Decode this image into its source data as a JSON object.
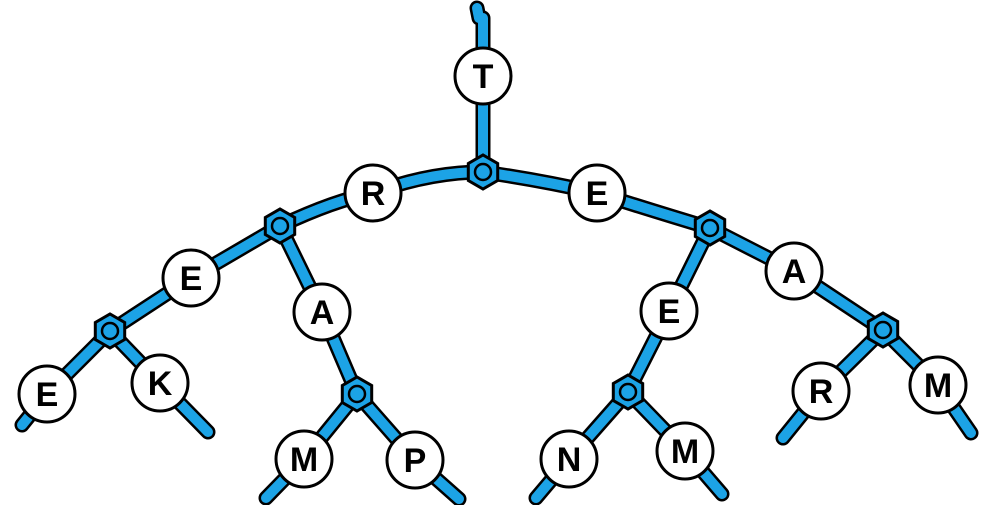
{
  "colors": {
    "branch": "#1ca3e6",
    "outline": "#000000",
    "node_fill": "#ffffff"
  },
  "nodes": [
    {
      "id": "t-root",
      "label": "T"
    },
    {
      "id": "r-upper",
      "label": "R"
    },
    {
      "id": "e-upper",
      "label": "E"
    },
    {
      "id": "e-left",
      "label": "E"
    },
    {
      "id": "a-left",
      "label": "A"
    },
    {
      "id": "e-right",
      "label": "E"
    },
    {
      "id": "a-right",
      "label": "A"
    },
    {
      "id": "e-leaf",
      "label": "E"
    },
    {
      "id": "k-leaf",
      "label": "K"
    },
    {
      "id": "m-leaf-left",
      "label": "M"
    },
    {
      "id": "p-leaf",
      "label": "P"
    },
    {
      "id": "n-leaf",
      "label": "N"
    },
    {
      "id": "m-leaf-center",
      "label": "M"
    },
    {
      "id": "r-leaf",
      "label": "R"
    },
    {
      "id": "m-leaf-right",
      "label": "M"
    }
  ]
}
